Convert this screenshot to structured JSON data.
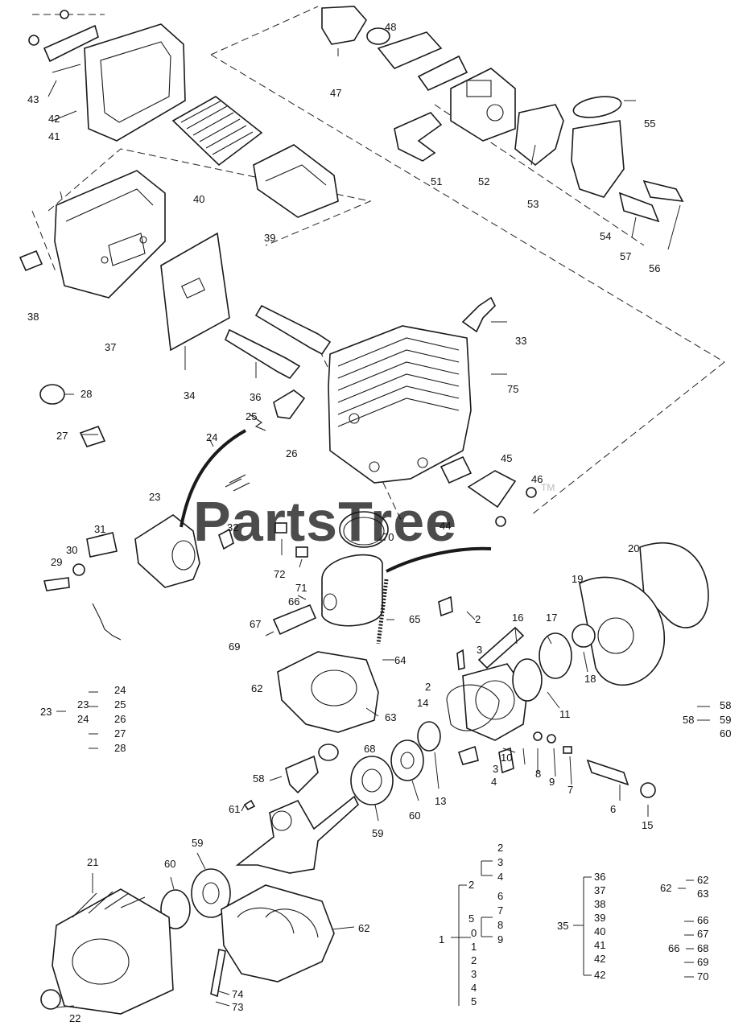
{
  "watermark": "PartsTree",
  "watermark_tm": "TM",
  "callouts": {
    "c2": "2",
    "c3": "3",
    "c4": "4",
    "c6": "6",
    "c7": "7",
    "c8": "8",
    "c9": "9",
    "c10": "10",
    "c11": "11",
    "c13": "13",
    "c14": "14",
    "c15": "15",
    "c16": "16",
    "c17": "17",
    "c18": "18",
    "c19": "19",
    "c20": "20",
    "c21": "21",
    "c22": "22",
    "c23": "23",
    "c24": "24",
    "c25": "25",
    "c26": "26",
    "c27": "27",
    "c28": "28",
    "c29": "29",
    "c30": "30",
    "c31": "31",
    "c32": "32",
    "c33": "33",
    "c34": "34",
    "c36": "36",
    "c37": "37",
    "c38": "38",
    "c39": "39",
    "c40": "40",
    "c41": "41",
    "c42": "42",
    "c43": "43",
    "c44": "44",
    "c45": "45",
    "c46": "46",
    "c47": "47",
    "c48": "48",
    "c51": "51",
    "c52": "52",
    "c53": "53",
    "c54": "54",
    "c55": "55",
    "c56": "56",
    "c57": "57",
    "c58": "58",
    "c59": "59",
    "c60": "60",
    "c61": "61",
    "c62": "62",
    "c63": "63",
    "c64": "64",
    "c65": "65",
    "c66": "66",
    "c67": "67",
    "c68": "68",
    "c69": "69",
    "c70": "70",
    "c71": "71",
    "c72": "72",
    "c73": "73",
    "c74": "74",
    "c75": "75"
  },
  "groups": {
    "g23": {
      "parent": "23",
      "children": [
        "23",
        "24",
        "24",
        "25",
        "26",
        "27",
        "28"
      ]
    },
    "g58": {
      "parent": "58",
      "children": [
        "58",
        "59",
        "60"
      ]
    },
    "g1": {
      "parent": "1",
      "sub2": "2",
      "sub2_children": [
        "2",
        "3",
        "4"
      ],
      "sub5": "5",
      "sub5_children": [
        "6",
        "7",
        "8",
        "9"
      ],
      "others": [
        "0",
        "1",
        "2",
        "3",
        "4",
        "5"
      ]
    },
    "g35": {
      "parent": "35",
      "children": [
        "36",
        "37",
        "38",
        "39",
        "40",
        "41",
        "42",
        "42"
      ]
    },
    "g62": {
      "parent": "62",
      "children": [
        "62",
        "63"
      ]
    },
    "g66": {
      "parent": "66",
      "children": [
        "66",
        "67",
        "68",
        "69",
        "70"
      ]
    }
  }
}
